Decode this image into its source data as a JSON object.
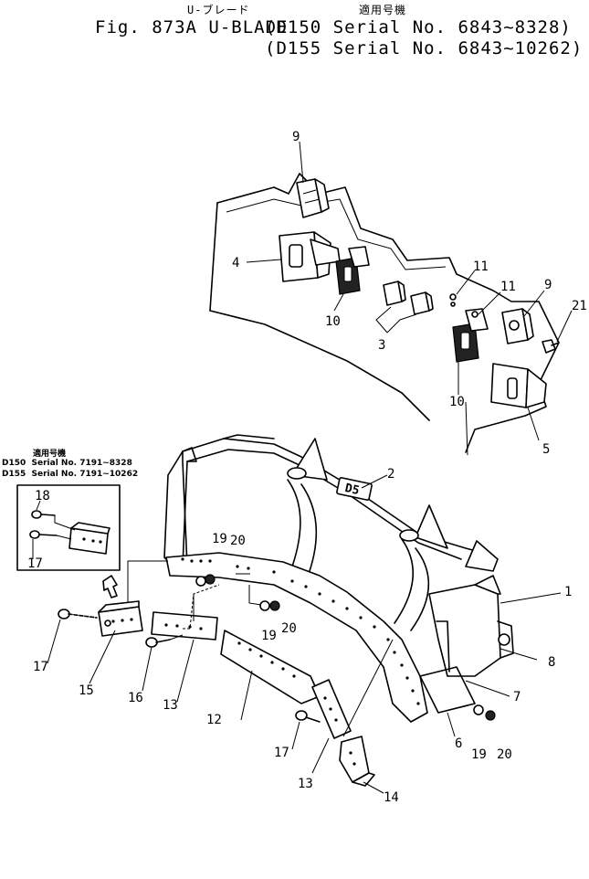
{
  "header": {
    "jp_title": "U-ブレード",
    "jp_models": "適用号機",
    "fig_line": "Fig. 873A U-BLADE",
    "serial_1": "(D150 Serial No. 6843~8328)",
    "serial_2": "(D155 Serial No. 6843~10262)"
  },
  "inset": {
    "jp_models": "適用号機",
    "row1": "D150  Serial No. 7191~8328",
    "row2": "D155  Serial No. 7191~10262"
  },
  "diagram": {
    "stamp": "D5",
    "callouts": {
      "p1": "1",
      "p2": "2",
      "p3": "3",
      "p4": "4",
      "p5": "5",
      "p6": "6",
      "p7": "7",
      "p8": "8",
      "p9a": "9",
      "p9b": "9",
      "p10a": "10",
      "p10b": "10",
      "p11a": "11",
      "p11b": "11",
      "p12": "12",
      "p13a": "13",
      "p13b": "13",
      "p14": "14",
      "p15": "15",
      "p16": "16",
      "p17a": "17",
      "p17b": "17",
      "p17c": "17",
      "p18": "18",
      "p19a": "19",
      "p19b": "19",
      "p19c": "19",
      "p20a": "20",
      "p20b": "20",
      "p20c": "20",
      "p21": "21"
    }
  }
}
